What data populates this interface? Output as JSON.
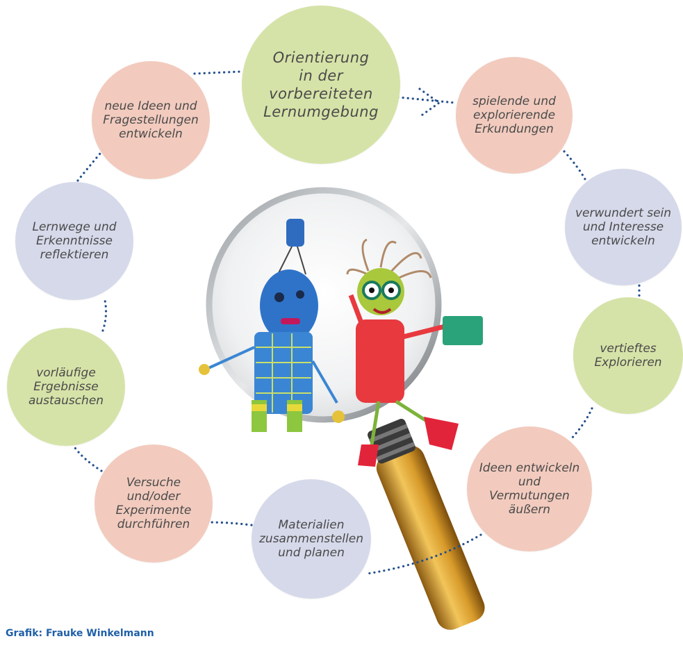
{
  "colors": {
    "green": "#d5e3a8",
    "pink": "#f2cbbe",
    "lavender": "#d6d9ea",
    "dots": "#24508d",
    "credit": "#1f5fa8"
  },
  "nodes": {
    "orientierung": {
      "lines": [
        "Orientierung",
        "in der",
        "vorbereiteten",
        "Lernumgebung"
      ]
    },
    "spielende": {
      "lines": [
        "spielende und",
        "explorierende",
        "Erkundungen"
      ]
    },
    "verwundert": {
      "lines": [
        "verwundert sein",
        "und Interesse",
        "entwickeln"
      ]
    },
    "vertieftes": {
      "lines": [
        "vertieftes",
        "Explorieren"
      ]
    },
    "ideen": {
      "lines": [
        "Ideen entwickeln",
        "und",
        "Vermutungen",
        "äußern"
      ]
    },
    "materialien": {
      "lines": [
        "Materialien",
        "zusammenstellen",
        "und planen"
      ]
    },
    "versuche": {
      "lines": [
        "Versuche",
        "und/oder",
        "Experimente",
        "durchführen"
      ]
    },
    "vorlaeufige": {
      "lines": [
        "vorläufige",
        "Ergebnisse",
        "austauschen"
      ]
    },
    "lernwege": {
      "lines": [
        "Lernwege und",
        "Erkenntnisse",
        "reflektieren"
      ]
    },
    "neue_ideen": {
      "lines": [
        "neue Ideen und",
        "Fragestellungen",
        "entwickeln"
      ]
    }
  },
  "credit": "Grafik: Frauke Winkelmann",
  "illustration": {
    "description_icon": "magnifying-glass-with-two-puppets-icon"
  }
}
